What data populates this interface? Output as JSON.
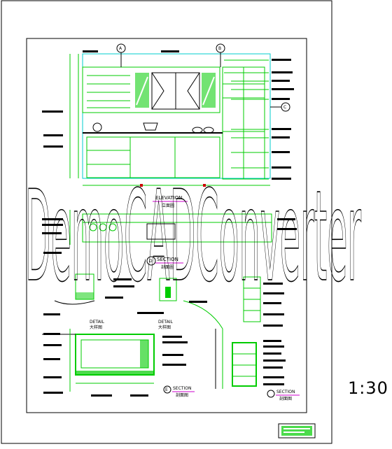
{
  "drawing": {
    "elevation_title": "ELEVATION",
    "elevation_subtitle": "立面圖",
    "section_title": "SECTION",
    "section_subtitle": "剖面圖",
    "detail_title_a": "DETAIL",
    "detail_sub_a": "大样图",
    "detail_title_b": "DETAIL",
    "detail_sub_b": "大样图",
    "section_title_2": "SECTION",
    "section_sub_2": "剖面图",
    "section_title_3": "SECTION",
    "section_sub_3": "剖面图",
    "callout_a": "A",
    "callout_b": "B",
    "callout_c": "C",
    "callout_d": "D",
    "callout_e": "E"
  },
  "watermark": "DemoCADConverter",
  "scale": "1:30",
  "colors": {
    "cad_green": "#00cc00",
    "cad_cyan": "#00cccc",
    "cad_red": "#cc0000",
    "cad_magenta": "#cc00cc",
    "cad_black": "#000000"
  }
}
